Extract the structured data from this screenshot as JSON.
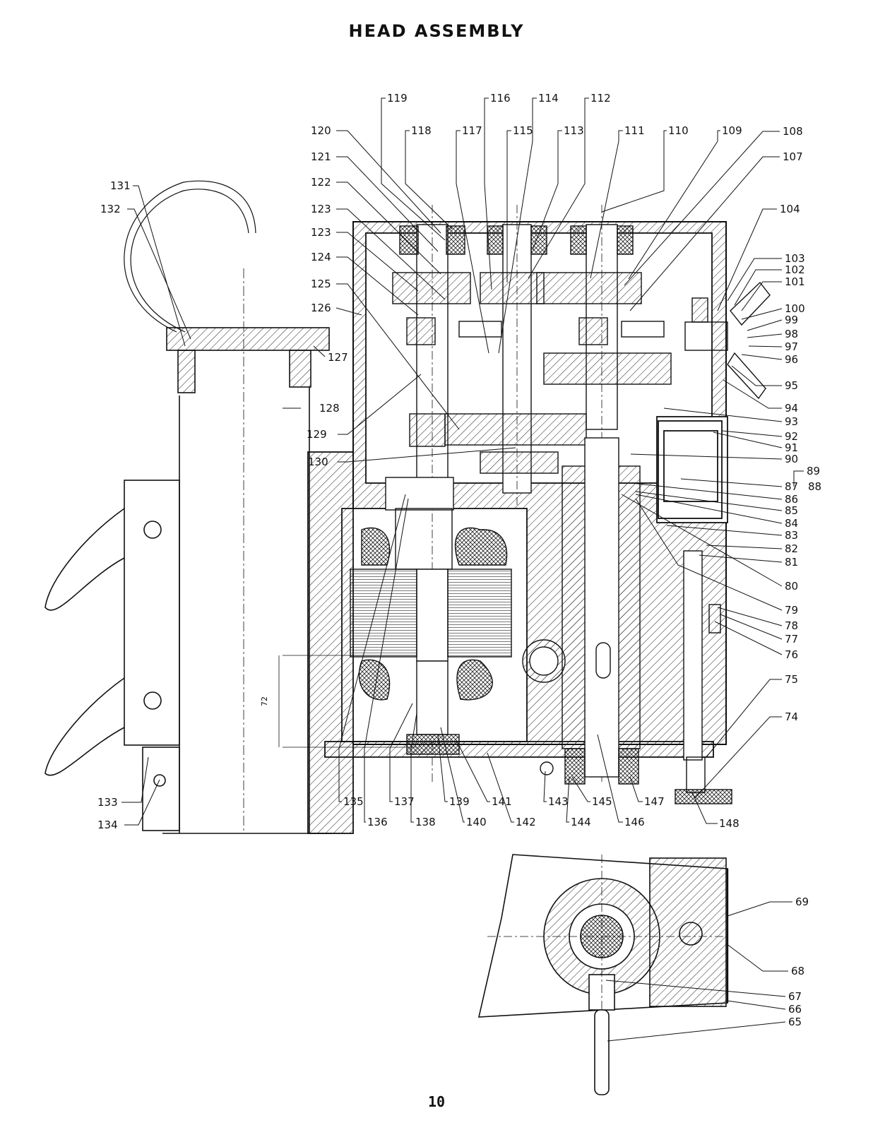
{
  "page": {
    "title": "HEAD ASSEMBLY",
    "number": "10"
  },
  "dimension_label": "72",
  "callouts": [
    "65",
    "66",
    "67",
    "68",
    "69",
    "74",
    "75",
    "76",
    "77",
    "78",
    "79",
    "80",
    "81",
    "82",
    "83",
    "84",
    "85",
    "86",
    "87",
    "88",
    "89",
    "90",
    "91",
    "92",
    "93",
    "94",
    "95",
    "96",
    "97",
    "98",
    "99",
    "100",
    "101",
    "102",
    "103",
    "104",
    "107",
    "108",
    "109",
    "110",
    "111",
    "112",
    "113",
    "114",
    "115",
    "116",
    "117",
    "118",
    "119",
    "120",
    "121",
    "122",
    "123",
    "123",
    "124",
    "125",
    "126",
    "127",
    "128",
    "129",
    "130",
    "131",
    "132",
    "133",
    "134",
    "135",
    "136",
    "137",
    "138",
    "139",
    "140",
    "141",
    "142",
    "143",
    "144",
    "145",
    "146",
    "147",
    "148"
  ]
}
